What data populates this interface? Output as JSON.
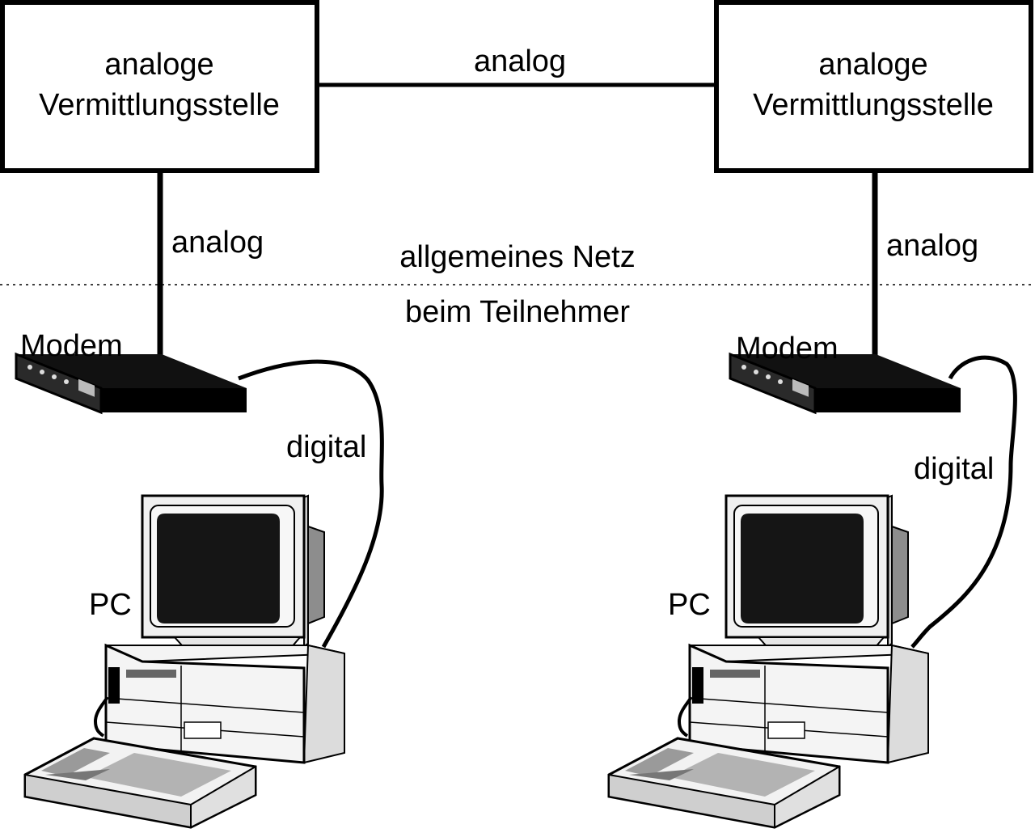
{
  "left_exchange": {
    "line1": "analoge",
    "line2": "Vermittlungsstelle"
  },
  "right_exchange": {
    "line1": "analoge",
    "line2": "Vermittlungsstelle"
  },
  "trunk_label": "analog",
  "left_line_label": "analog",
  "right_line_label": "analog",
  "zone_top_label": "allgemeines Netz",
  "zone_bottom_label": "beim Teilnehmer",
  "left_modem_label": "Modem",
  "right_modem_label": "Modem",
  "left_cable_label": "digital",
  "right_cable_label": "digital",
  "left_pc_label": "PC",
  "right_pc_label": "PC",
  "colors": {
    "ink": "#000000",
    "screen": "#151515",
    "case": "#f2f2f2",
    "shade": "#bdbdbd"
  }
}
